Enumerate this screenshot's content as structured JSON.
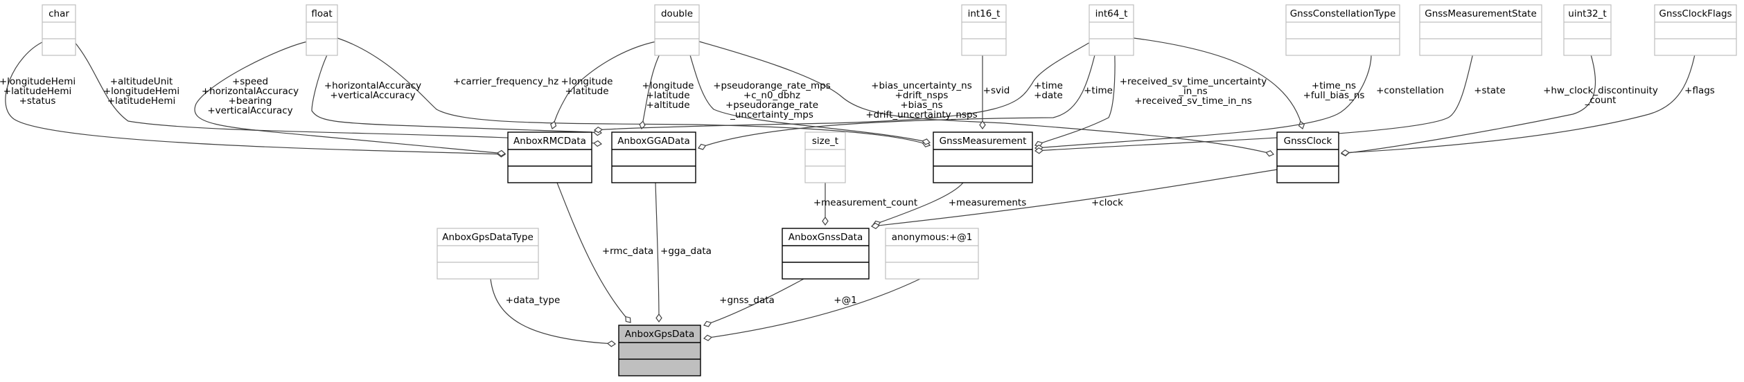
{
  "nodes": {
    "char": {
      "title": "char",
      "kind": "external"
    },
    "float": {
      "title": "float",
      "kind": "external"
    },
    "double": {
      "title": "double",
      "kind": "external"
    },
    "int16_t": {
      "title": "int16_t",
      "kind": "external"
    },
    "int64_t": {
      "title": "int64_t",
      "kind": "external"
    },
    "gnss_constellation_type": {
      "title": "GnssConstellationType",
      "kind": "external"
    },
    "gnss_measurement_state": {
      "title": "GnssMeasurementState",
      "kind": "external"
    },
    "uint32_t": {
      "title": "uint32_t",
      "kind": "external"
    },
    "gnss_clock_flags": {
      "title": "GnssClockFlags",
      "kind": "external"
    },
    "anbox_rmc_data": {
      "title": "AnboxRMCData",
      "kind": "struct"
    },
    "anbox_gga_data": {
      "title": "AnboxGGAData",
      "kind": "struct"
    },
    "size_t": {
      "title": "size_t",
      "kind": "external"
    },
    "gnss_measurement": {
      "title": "GnssMeasurement",
      "kind": "struct"
    },
    "gnss_clock": {
      "title": "GnssClock",
      "kind": "struct"
    },
    "anbox_gps_data_type": {
      "title": "AnboxGpsDataType",
      "kind": "external"
    },
    "anbox_gnss_data": {
      "title": "AnboxGnssData",
      "kind": "struct"
    },
    "anonymous": {
      "title": "anonymous:+@1",
      "kind": "external"
    },
    "anbox_gps_data": {
      "title": "AnboxGpsData",
      "kind": "root"
    }
  },
  "edges": [
    {
      "from": "char",
      "to": "anbox_rmc_data",
      "label": [
        "+longitudeHemi",
        "+latitudeHemi",
        "+status"
      ]
    },
    {
      "from": "char",
      "to": "anbox_gga_data",
      "label": [
        "+altitudeUnit",
        "+longitudeHemi",
        "+latitudeHemi"
      ]
    },
    {
      "from": "float",
      "to": "anbox_rmc_data",
      "label": [
        "+speed",
        "+horizontalAccuracy",
        "+bearing",
        "+verticalAccuracy"
      ]
    },
    {
      "from": "float",
      "to": "anbox_gga_data",
      "label": [
        "+horizontalAccuracy",
        "+verticalAccuracy"
      ]
    },
    {
      "from": "float",
      "to": "gnss_measurement",
      "label": [
        "+carrier_frequency_hz"
      ]
    },
    {
      "from": "double",
      "to": "anbox_rmc_data",
      "label": [
        "+longitude",
        "+latitude"
      ]
    },
    {
      "from": "double",
      "to": "anbox_gga_data",
      "label": [
        "+longitude",
        "+latitude",
        "+altitude"
      ]
    },
    {
      "from": "double",
      "to": "gnss_measurement",
      "label": [
        "+pseudorange_rate_mps",
        "+c_n0_dbhz",
        "+pseudorange_rate",
        "_uncertainty_mps"
      ]
    },
    {
      "from": "double",
      "to": "gnss_clock",
      "label": [
        "+bias_uncertainty_ns",
        "+drift_nsps",
        "+bias_ns",
        "+drift_uncertainty_nsps"
      ]
    },
    {
      "from": "int16_t",
      "to": "gnss_measurement",
      "label": [
        "+svid"
      ]
    },
    {
      "from": "int64_t",
      "to": "anbox_rmc_data",
      "label": [
        "+time",
        "+date"
      ]
    },
    {
      "from": "int64_t",
      "to": "anbox_gga_data",
      "label": [
        "+time"
      ]
    },
    {
      "from": "int64_t",
      "to": "gnss_measurement",
      "label": [
        "+received_sv_time_uncertainty",
        "_in_ns",
        "+received_sv_time_in_ns"
      ]
    },
    {
      "from": "int64_t",
      "to": "gnss_clock",
      "label": [
        "+time_ns",
        "+full_bias_ns"
      ]
    },
    {
      "from": "gnss_constellation_type",
      "to": "gnss_measurement",
      "label": [
        "+constellation"
      ]
    },
    {
      "from": "gnss_measurement_state",
      "to": "gnss_measurement",
      "label": [
        "+state"
      ]
    },
    {
      "from": "uint32_t",
      "to": "gnss_clock",
      "label": [
        "+hw_clock_discontinuity",
        "_count"
      ]
    },
    {
      "from": "gnss_clock_flags",
      "to": "gnss_clock",
      "label": [
        "+flags"
      ]
    },
    {
      "from": "size_t",
      "to": "anbox_gnss_data",
      "label": [
        "+measurement_count"
      ]
    },
    {
      "from": "gnss_measurement",
      "to": "anbox_gnss_data",
      "label": [
        "+measurements"
      ]
    },
    {
      "from": "gnss_clock",
      "to": "anbox_gnss_data",
      "label": [
        "+clock"
      ]
    },
    {
      "from": "anbox_rmc_data",
      "to": "anbox_gps_data",
      "label": [
        "+rmc_data"
      ]
    },
    {
      "from": "anbox_gga_data",
      "to": "anbox_gps_data",
      "label": [
        "+gga_data"
      ]
    },
    {
      "from": "anbox_gps_data_type",
      "to": "anbox_gps_data",
      "label": [
        "+data_type"
      ]
    },
    {
      "from": "anbox_gnss_data",
      "to": "anbox_gps_data",
      "label": [
        "+gnss_data"
      ]
    },
    {
      "from": "anonymous",
      "to": "anbox_gps_data",
      "label": [
        "+@1"
      ]
    }
  ]
}
